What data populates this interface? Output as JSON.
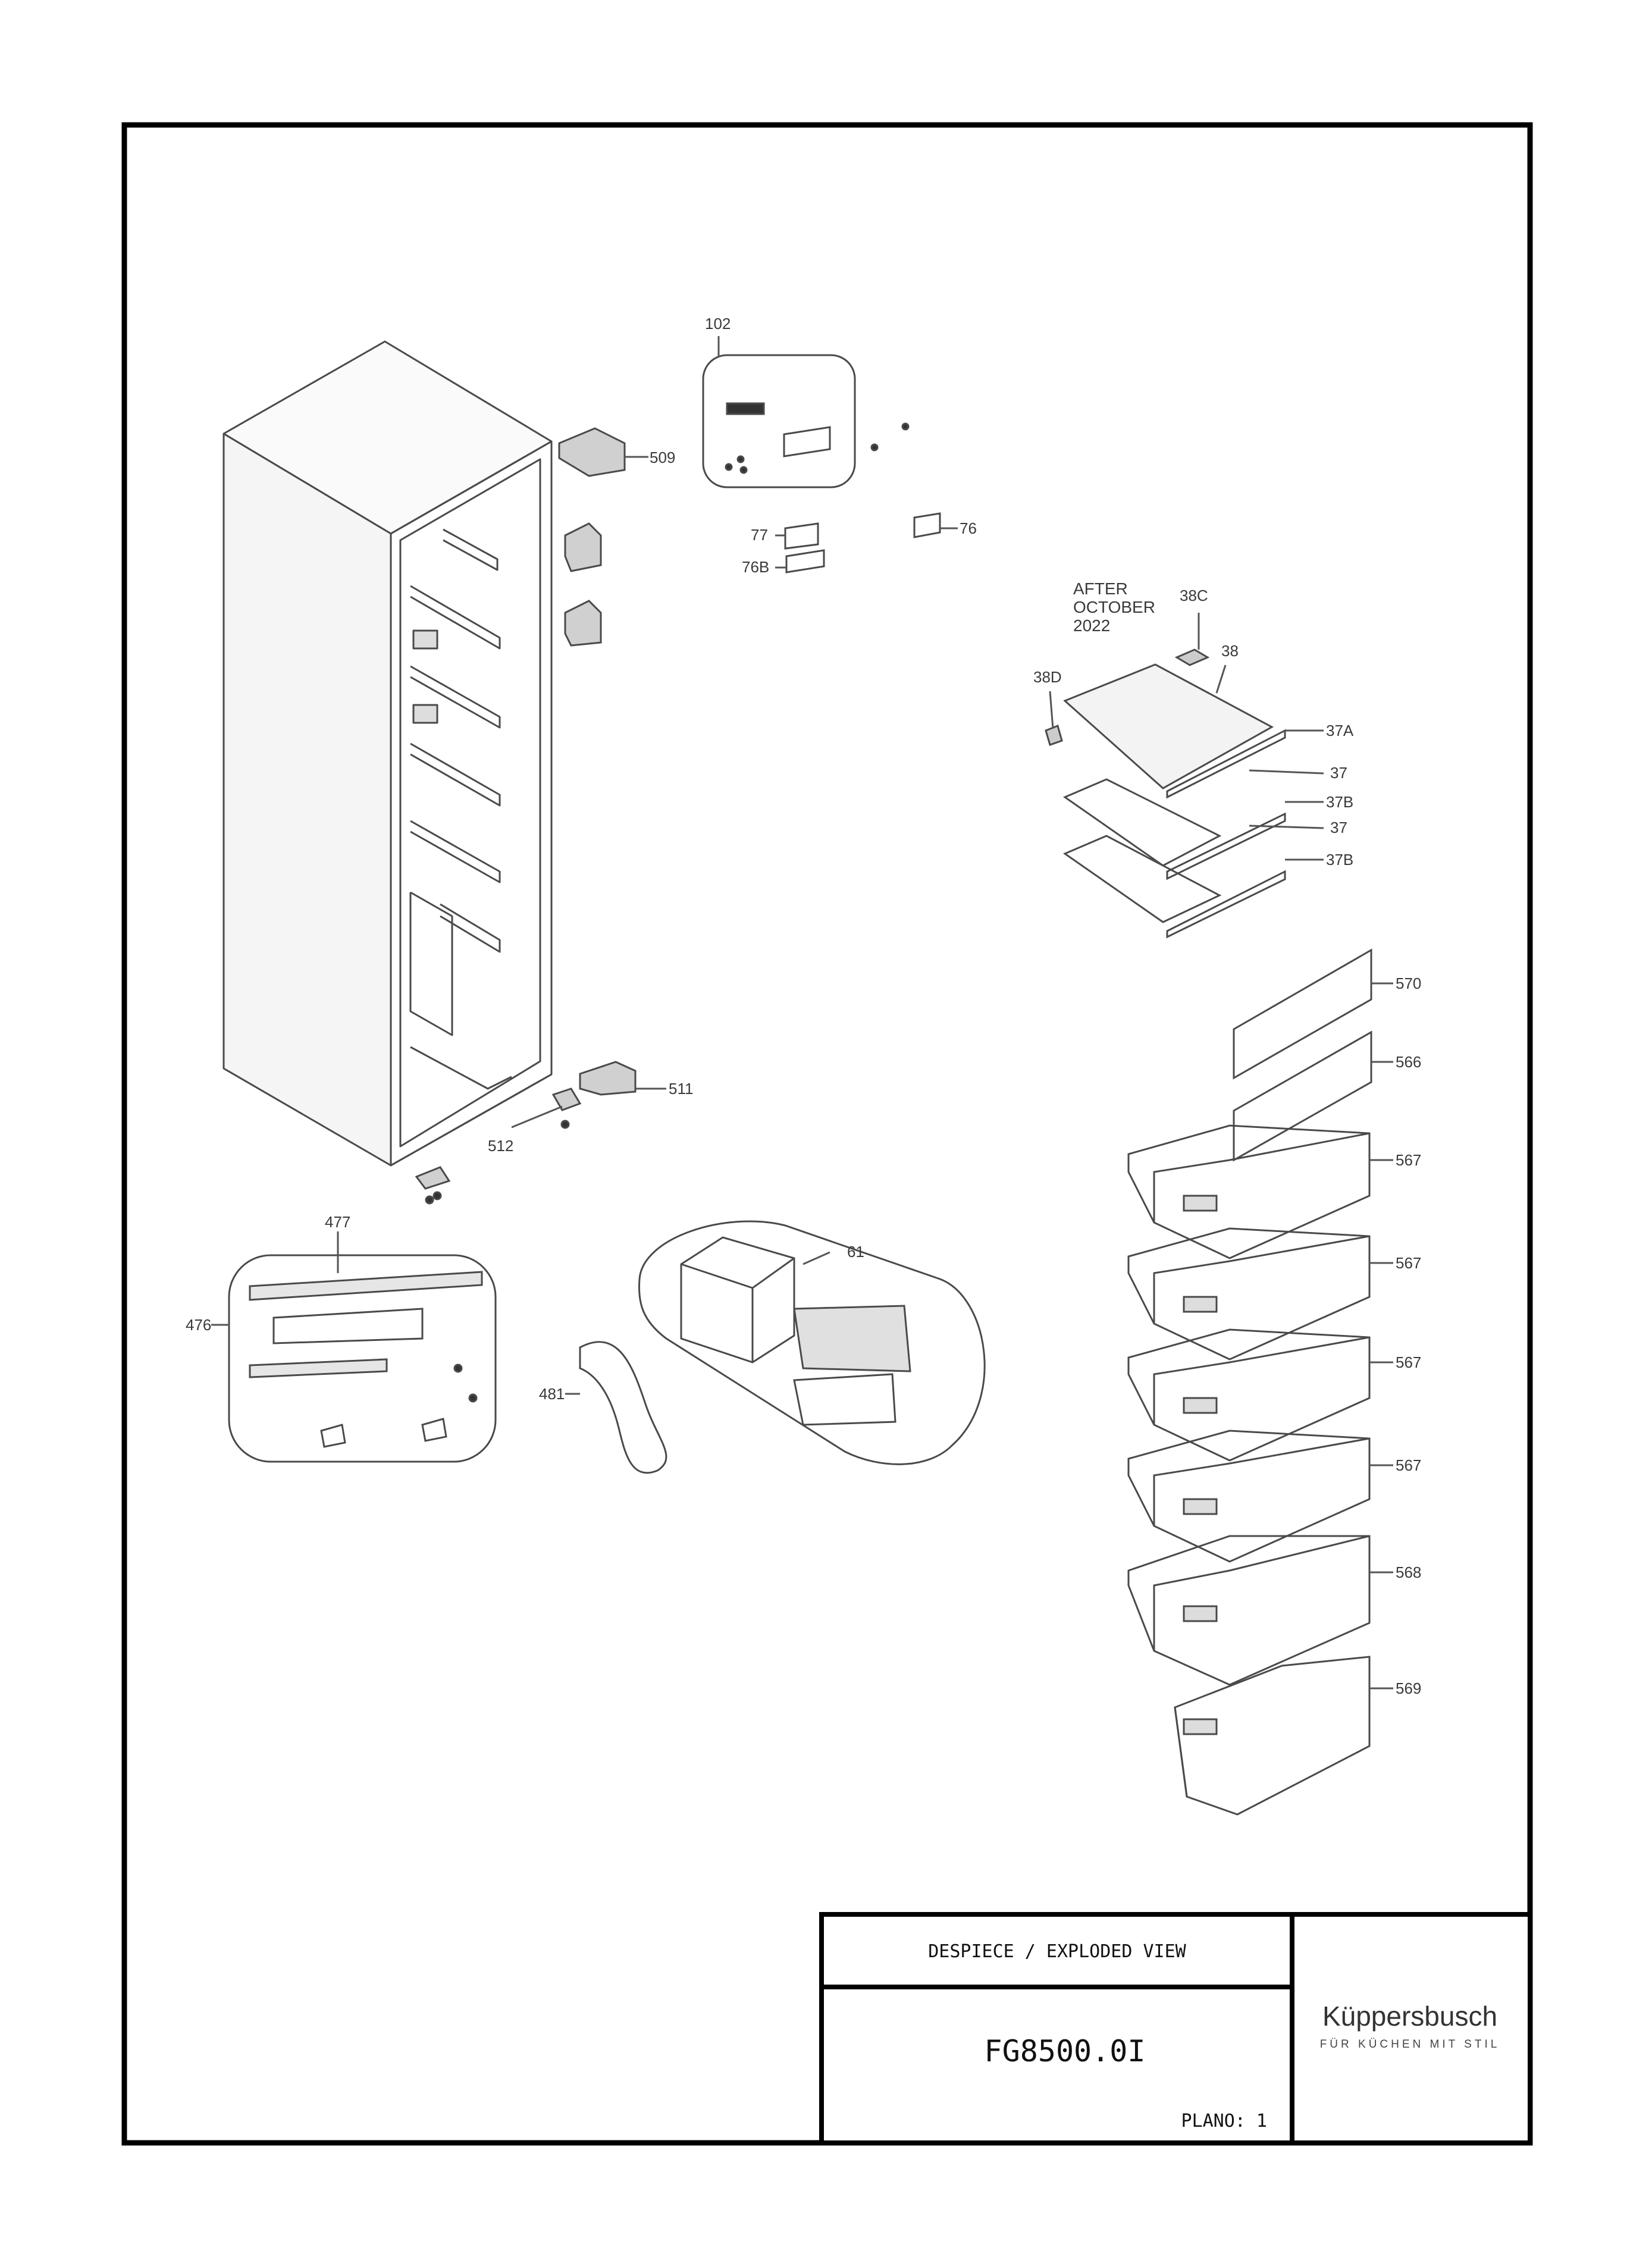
{
  "note": {
    "line1": "AFTER",
    "line2": "OCTOBER",
    "line3": "2022"
  },
  "callouts": {
    "c102": "102",
    "c509": "509",
    "c77": "77",
    "c76": "76",
    "c76B": "76B",
    "c38C": "38C",
    "c38": "38",
    "c38D": "38D",
    "c37A": "37A",
    "c37a": "37",
    "c37B_a": "37B",
    "c37b": "37",
    "c37B_b": "37B",
    "c570": "570",
    "c566": "566",
    "c567a": "567",
    "c567b": "567",
    "c567c": "567",
    "c567d": "567",
    "c568": "568",
    "c569": "569",
    "c511": "511",
    "c512": "512",
    "c477": "477",
    "c476": "476",
    "c481": "481",
    "c61": "61"
  },
  "title_block": {
    "header": "DESPIECE / EXPLODED VIEW",
    "model": "FG8500.0I",
    "sheet": "PLANO: 1",
    "brand": "Küppersbusch",
    "tagline": "FÜR KÜCHEN MIT STIL"
  },
  "colors": {
    "frame": "#000000",
    "line": "#4a4a4a",
    "leader": "#555555"
  }
}
